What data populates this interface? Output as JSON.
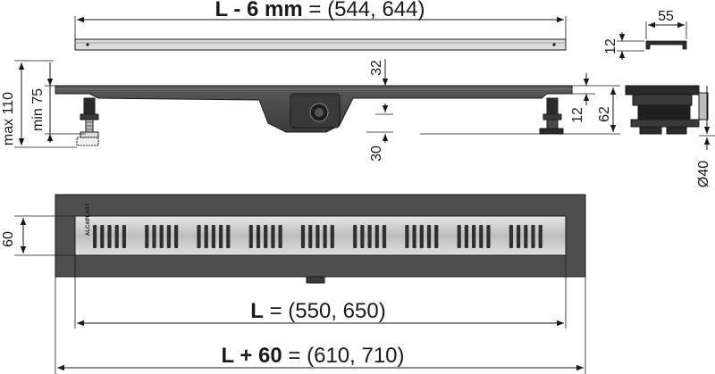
{
  "top_dimension": {
    "var_text": "L - 6 mm",
    "eq_text": "= (544, 644)"
  },
  "mid_dimension": {
    "var_text": "L",
    "eq_text": "= (550, 650)"
  },
  "bottom_dimension": {
    "var_text": "L + 60",
    "eq_text": "= (610, 710)"
  },
  "profile_view": {
    "width_label": "55",
    "height_label": "12"
  },
  "side_view": {
    "max_label": "max 110",
    "min_label": "min 75",
    "label_32": "32",
    "label_30": "30",
    "label_12": "12",
    "label_62": "62",
    "pipe_label": "Ø40"
  },
  "top_view": {
    "height_label": "60",
    "brand_text": "ALCAPLAST"
  },
  "colors": {
    "line": "#1a1a1a",
    "body": "#4a4a4a",
    "grate": "#cfcfcf",
    "slot": "#2f2f2f"
  }
}
